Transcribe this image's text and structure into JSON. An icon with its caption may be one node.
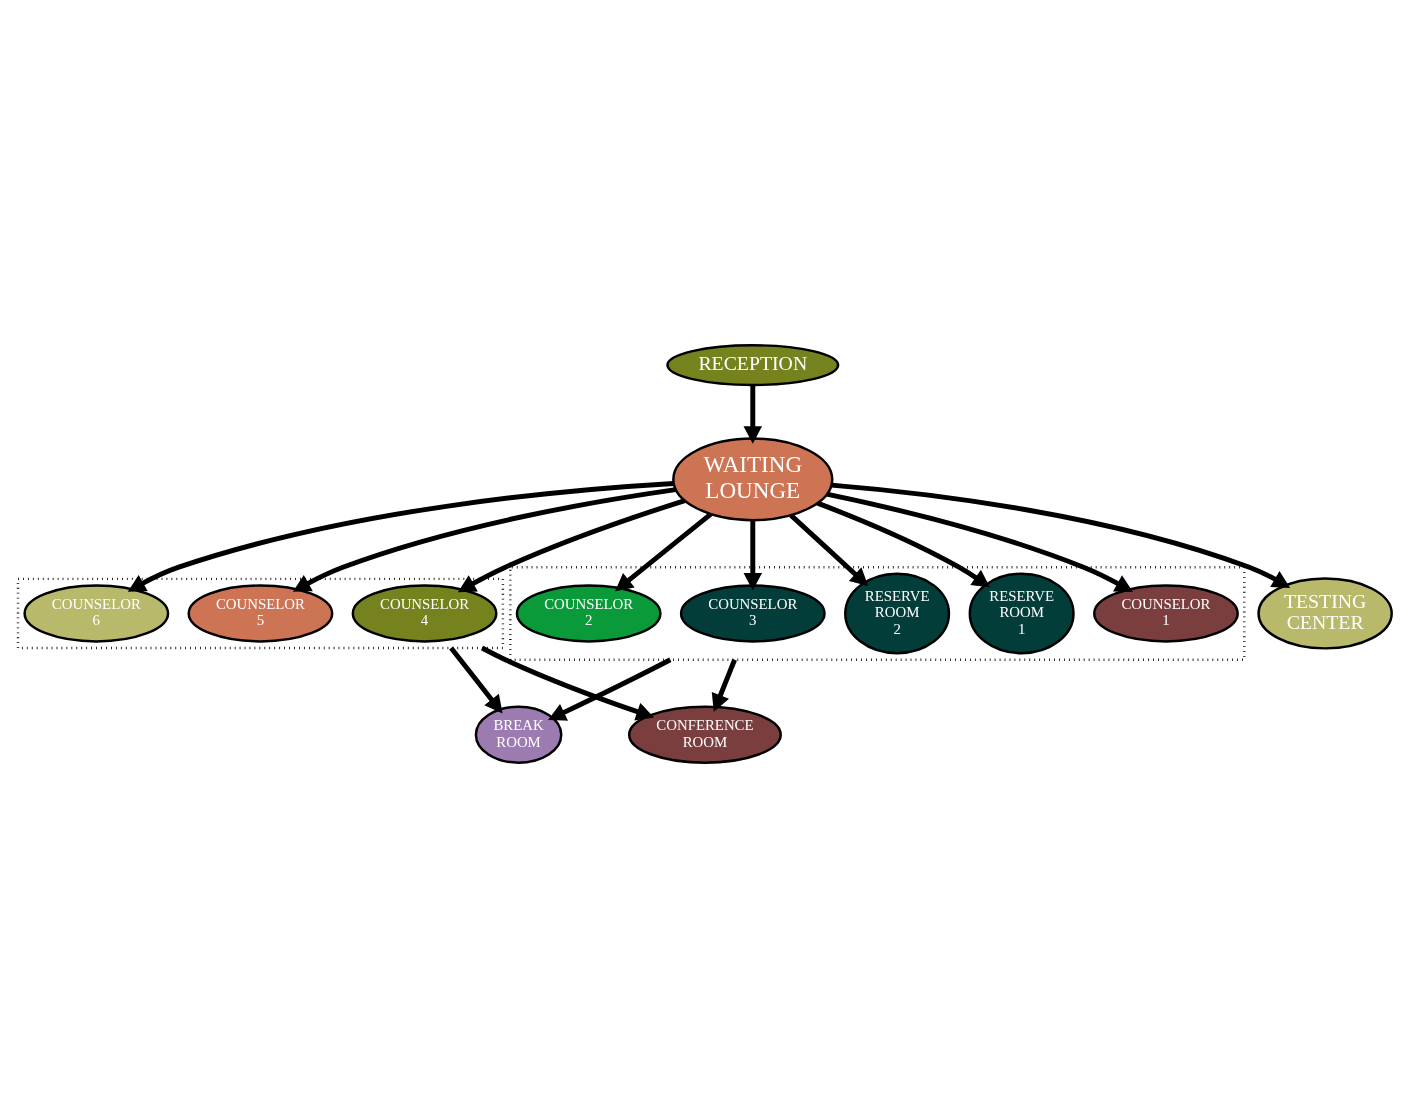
{
  "diagram": {
    "nodes": [
      {
        "text": [],
        "shape": "box"
      },
      {
        "text": [
          "COUNSELOR 3"
        ],
        "in": 0
      },
      {
        "text": [
          "COUNSELOR 2"
        ],
        "in": 0
      },
      {
        "text": [
          "COUNSELOR 1"
        ],
        "in": 0
      },
      {
        "text": [
          "RESERVE ROOM 1"
        ],
        "in": 0
      },
      {
        "text": [
          "RESERVE ROOM 2"
        ],
        "in": 0
      },
      {
        "text": [
          "BREAK ROOM"
        ]
      },
      {
        "text": [
          "CONFERENCE ROOM"
        ]
      },
      {
        "text": [
          "WAITING LOUNGE"
        ]
      },
      {
        "text": [],
        "shape": "box"
      },
      {
        "text": [
          "COUNSELOR 4"
        ],
        "in": 9
      },
      {
        "text": [
          "COUNSELOR 5"
        ],
        "in": 9
      },
      {
        "text": [
          "COUNSELOR 6"
        ],
        "in": 9
      },
      {
        "text": [
          "TESTING CENTER"
        ]
      },
      {
        "text": [
          "RECEPTION"
        ]
      }
    ],
    "edges": [
      {
        "from": 0,
        "to": 6,
        "arrow": "to"
      },
      {
        "from": 0,
        "to": 7,
        "arrow": "to"
      },
      {
        "from": 8,
        "to": 1,
        "arrow": "to"
      },
      {
        "from": 8,
        "to": 2,
        "arrow": "to"
      },
      {
        "from": 8,
        "to": 3,
        "arrow": "to"
      },
      {
        "from": 8,
        "to": 4,
        "arrow": "to"
      },
      {
        "from": 8,
        "to": 5,
        "arrow": "to"
      },
      {
        "from": 8,
        "to": 10,
        "arrow": "to"
      },
      {
        "from": 8,
        "to": 11,
        "arrow": "to"
      },
      {
        "from": 8,
        "to": 12,
        "arrow": "to"
      },
      {
        "from": 8,
        "to": 13,
        "arrow": "to"
      },
      {
        "from": 14,
        "to": 8,
        "arrow": "to"
      },
      {
        "from": 9,
        "to": 7,
        "arrow": "to"
      },
      {
        "from": 9,
        "to": 6,
        "arrow": "to"
      }
    ]
  }
}
